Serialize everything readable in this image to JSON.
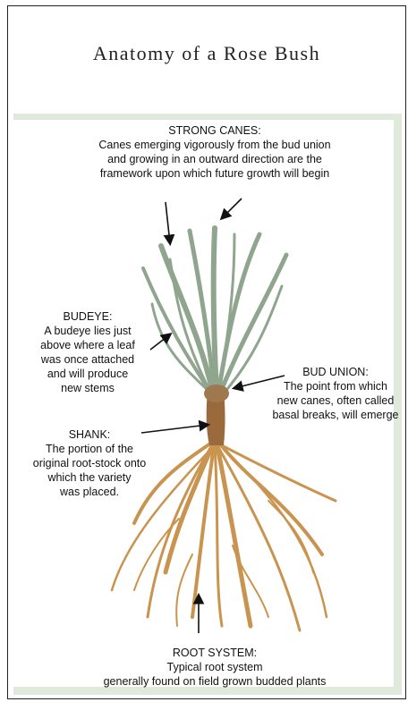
{
  "title": "Anatomy of a Rose Bush",
  "labels": {
    "strong_canes": {
      "heading": "STRONG CANES:",
      "lines": [
        "Canes emerging vigorously from the bud union",
        "and growing in an outward direction are the",
        "framework upon which future growth will begin"
      ]
    },
    "budeye": {
      "heading": "BUDEYE:",
      "lines": [
        "A budeye lies just",
        "above where a leaf",
        "was once attached",
        "and will produce",
        "new stems"
      ]
    },
    "bud_union": {
      "heading": "BUD UNION:",
      "lines": [
        "The point from which",
        "new canes, often called",
        "basal breaks, will emerge"
      ]
    },
    "shank": {
      "heading": "SHANK:",
      "lines": [
        "The portion of the",
        "original root-stock onto",
        "which the variety",
        "was placed."
      ]
    },
    "root_system": {
      "heading": "ROOT SYSTEM:",
      "lines": [
        "Typical root system",
        "generally found on field grown budded plants"
      ]
    }
  },
  "colors": {
    "panel_green": "#dfe9dc",
    "cane_green": "#8fa58e",
    "cane_dark": "#5e7560",
    "shank_brown": "#9a6a3c",
    "root_tan": "#c8944f"
  }
}
